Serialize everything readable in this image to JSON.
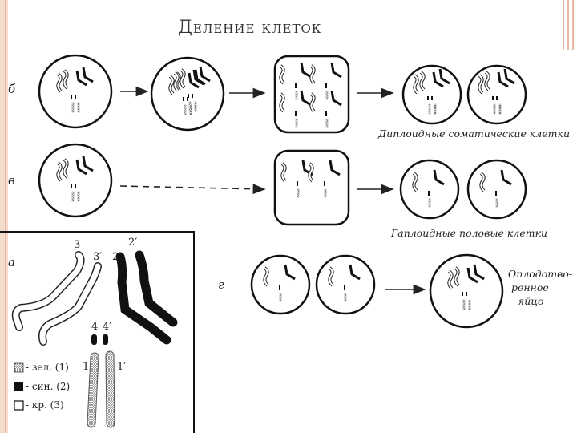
{
  "title": "Деление клеток",
  "rows": {
    "b": "б",
    "v": "в",
    "a": "а",
    "g": "г"
  },
  "captions": {
    "diploid": "Диплоидные соматические клетки",
    "haploid": "Гаплоидные половые клетки",
    "fertilized": [
      "Оплодотво-",
      "ренное",
      "яйцо"
    ]
  },
  "chromosome_numbers": {
    "n3": "3",
    "n3p": "3′",
    "n2": "2",
    "n2p": "2′",
    "n4": "4",
    "n4p": "4′",
    "n1": "1",
    "n1p": "1′"
  },
  "legend": [
    {
      "text": "- зел. (1)",
      "color": "#9a9a9a"
    },
    {
      "text": "- син. (2)",
      "color": "#111111"
    },
    {
      "text": "- кр. (3)",
      "color": "#ffffff"
    }
  ]
}
